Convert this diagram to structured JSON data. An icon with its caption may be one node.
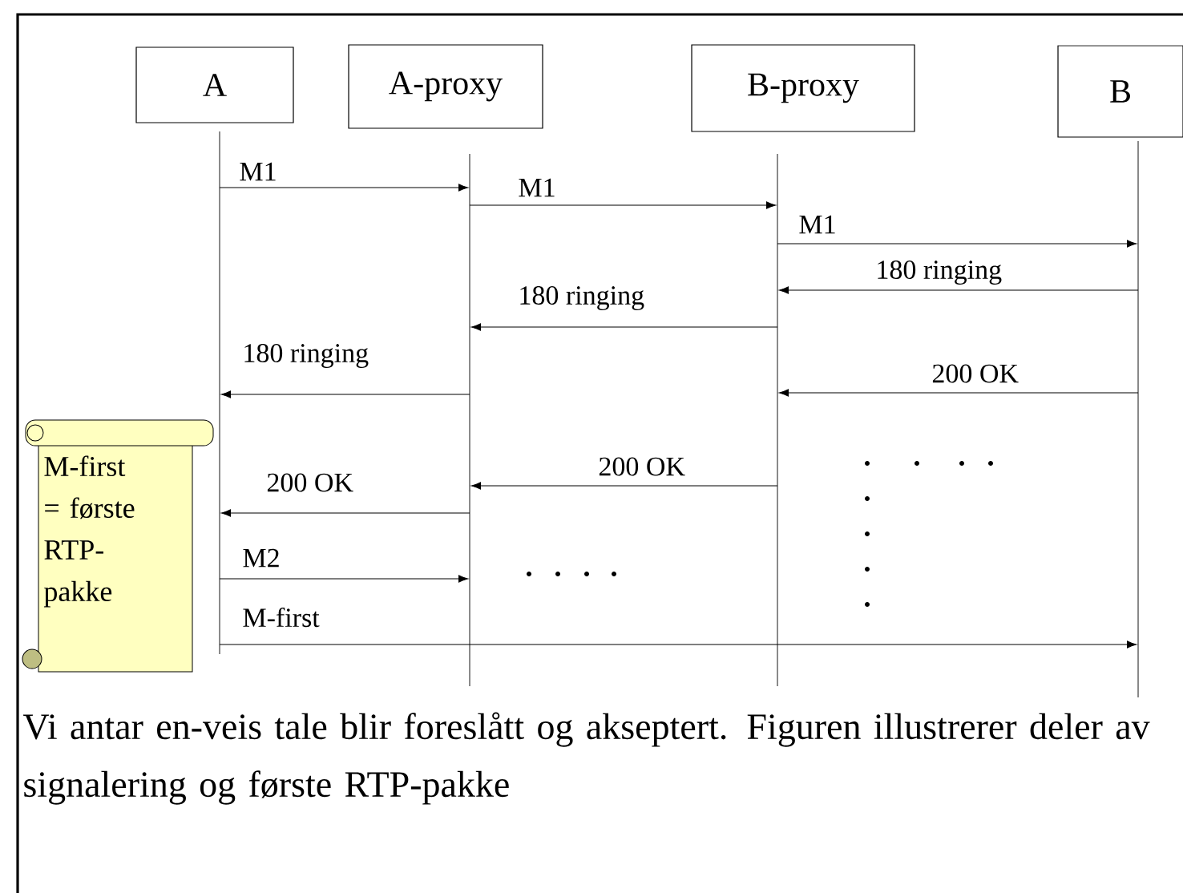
{
  "diagram": {
    "caption": "Vi antar en-veis tale blir foreslått og akseptert. Figuren illustrerer deler av signalering og første RTP-pakke",
    "nodes": [
      {
        "text": [
          "A"
        ]
      },
      {
        "text": [
          "A-proxy"
        ]
      },
      {
        "text": [
          "B-proxy"
        ]
      },
      {
        "text": [
          "B"
        ]
      },
      {
        "text": [],
        "shape": "line"
      },
      {
        "text": [],
        "shape": "line"
      },
      {
        "text": [],
        "shape": "line"
      },
      {
        "text": [],
        "shape": "line"
      },
      {
        "text": [
          "M-first = første RTP-pakke"
        ]
      }
    ],
    "edges": [
      {
        "from": 4,
        "to": 5,
        "arrow": "to",
        "label": "M1"
      },
      {
        "from": 5,
        "to": 6,
        "arrow": "to",
        "label": "M1"
      },
      {
        "from": 6,
        "to": 7,
        "arrow": "to",
        "label": "M1"
      },
      {
        "from": 7,
        "to": 6,
        "arrow": "to",
        "label": "180 ringing"
      },
      {
        "from": 6,
        "to": 5,
        "arrow": "to",
        "label": "180 ringing"
      },
      {
        "from": 5,
        "to": 4,
        "arrow": "to",
        "label": "180 ringing"
      },
      {
        "from": 7,
        "to": 6,
        "arrow": "to",
        "label": "200 OK"
      },
      {
        "from": 6,
        "to": 5,
        "arrow": "to",
        "label": "200 OK"
      },
      {
        "from": 5,
        "to": 4,
        "arrow": "to",
        "label": "200 OK"
      },
      {
        "from": 4,
        "to": 5,
        "arrow": "to",
        "label": "M2"
      },
      {
        "from": 4,
        "to": 7,
        "arrow": "to",
        "label": "M-first"
      }
    ]
  }
}
